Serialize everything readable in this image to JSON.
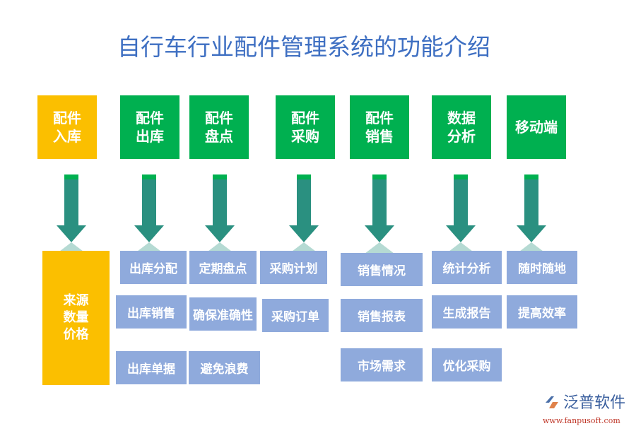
{
  "title": "自行车行业配件管理系统的功能介绍",
  "columns": [
    {
      "head": "配件\n入库",
      "items": []
    },
    {
      "head": "配件\n出库",
      "items": [
        "出库分配",
        "出库销售",
        "出库单据"
      ]
    },
    {
      "head": "配件\n盘点",
      "items": [
        "定期盘点",
        "确保准确性",
        "避免浪费"
      ]
    },
    {
      "head": "配件\n采购",
      "items": [
        "采购计划",
        "采购订单"
      ]
    },
    {
      "head": "配件\n销售",
      "items": [
        "销售情况",
        "销售报表",
        "市场需求"
      ]
    },
    {
      "head": "数据\n分析",
      "items": [
        "统计分析",
        "生成报告",
        "优化采购"
      ]
    },
    {
      "head": "移动端",
      "items": [
        "随时随地",
        "提高效率"
      ]
    }
  ],
  "inbound_detail": "来源\n数量\n价格",
  "colors": {
    "title": "#3E6FC2",
    "yellow": "#FBBF00",
    "green": "#00B050",
    "item": "#8FAADC",
    "arrow": "#2A9080"
  },
  "logo": {
    "name": "泛普软件",
    "url": "www.fanpusoft.com"
  }
}
